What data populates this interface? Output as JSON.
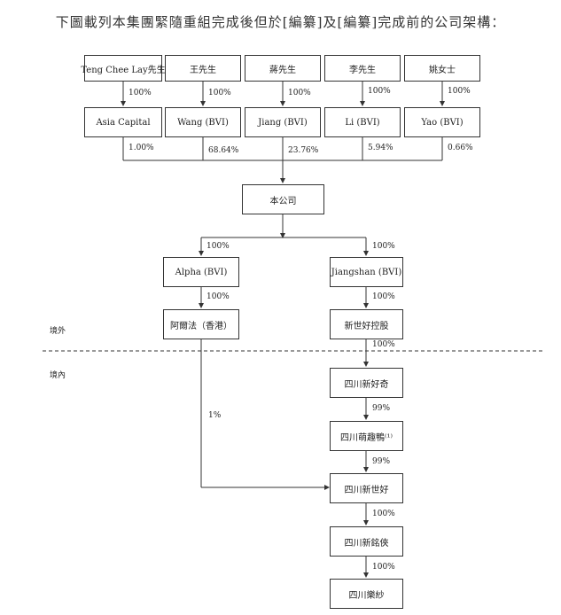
{
  "title": "下圖載列本集團緊隨重組完成後但於[編纂]及[編纂]完成前的公司架構：",
  "shareholders": [
    {
      "name": "Teng Chee Lay先生",
      "pct_to_holdco": "100%",
      "holdco": "Asia Capital",
      "pct_to_company": "1.00%"
    },
    {
      "name": "王先生",
      "pct_to_holdco": "100%",
      "holdco": "Wang (BVI)",
      "pct_to_company": "68.64%"
    },
    {
      "name": "蔣先生",
      "pct_to_holdco": "100%",
      "holdco": "Jiang (BVI)",
      "pct_to_company": "23.76%"
    },
    {
      "name": "李先生",
      "pct_to_holdco": "100%",
      "holdco": "Li (BVI)",
      "pct_to_company": "5.94%"
    },
    {
      "name": "姚女士",
      "pct_to_holdco": "100%",
      "holdco": "Yao (BVI)",
      "pct_to_company": "0.66%"
    }
  ],
  "company": "本公司",
  "alpha_pct": "100%",
  "alpha": "Alpha (BVI)",
  "alpha_sub_pct": "100%",
  "alpha_sub": "阿爾法（香港）",
  "jiangshan_pct": "100%",
  "jiangshan": "Jiangshan (BVI)",
  "jiangshan_sub_pct": "100%",
  "jiangshan_sub": "新世好控股",
  "offshore_label": "境外",
  "onshore_label": "境內",
  "onshore_chain": [
    {
      "pct": "100%",
      "name": "四川新好奇"
    },
    {
      "pct": "99%",
      "name": "四川萌趣鴨⁽¹⁾"
    },
    {
      "pct": "99%",
      "name": "四川新世好"
    },
    {
      "pct": "100%",
      "name": "四川新銘俠"
    },
    {
      "pct": "100%",
      "name": "四川樂紗"
    }
  ],
  "alpha_to_xinshihao_pct": "1%"
}
